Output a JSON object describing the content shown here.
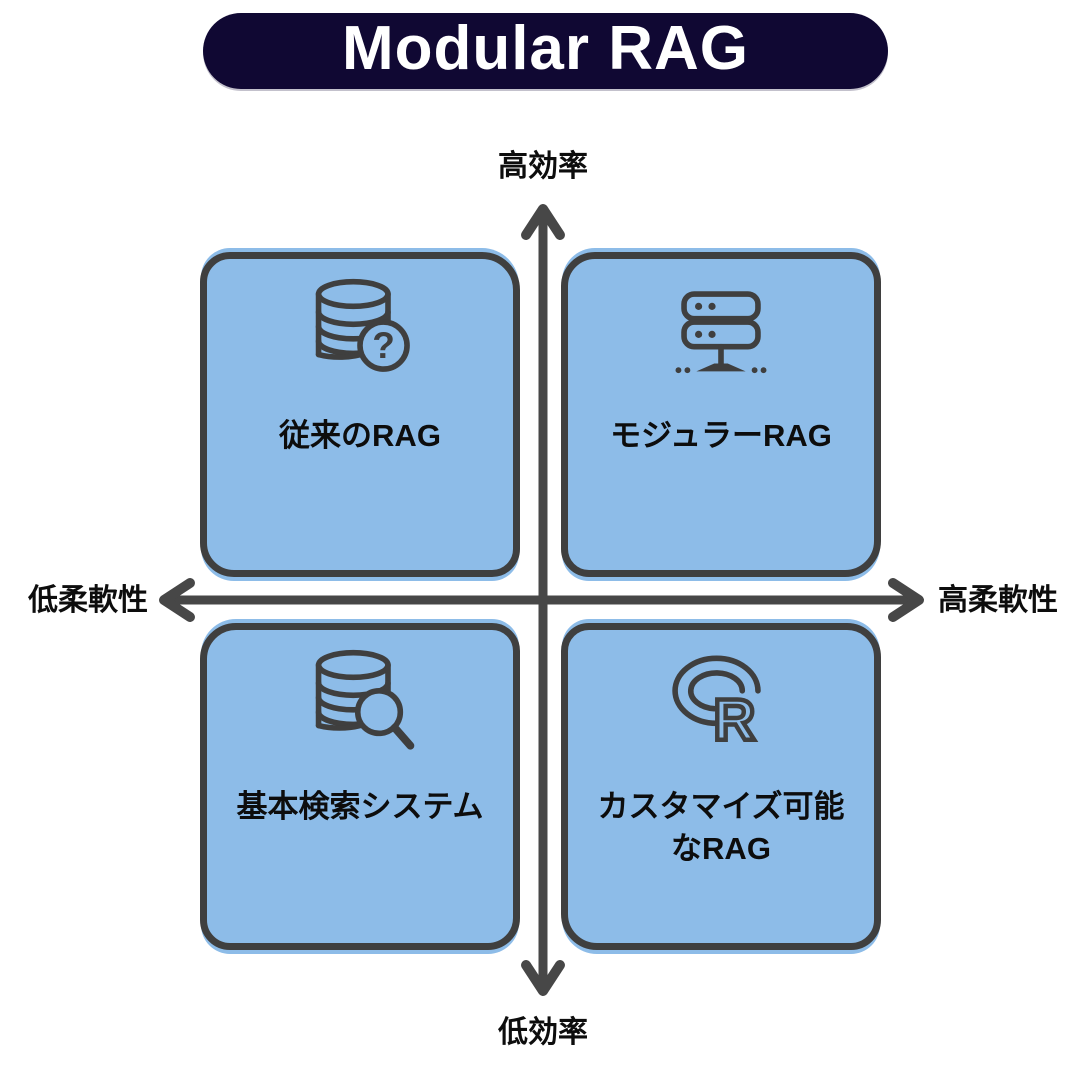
{
  "title": {
    "text": "Modular RAG"
  },
  "axis_labels": {
    "top": "高効率",
    "bottom": "低効率",
    "left": "低柔軟性",
    "right": "高柔軟性"
  },
  "quadrants": {
    "top_left": {
      "label": "従来のRAG",
      "icon": "database-question-icon"
    },
    "top_right": {
      "label": "モジュラーRAG",
      "icon": "server-rack-icon"
    },
    "bottom_left": {
      "label": "基本検索システム",
      "icon": "database-search-icon"
    },
    "bottom_right": {
      "label": "カスタマイズ可能\nなRAG",
      "icon": "r-logo-icon"
    }
  },
  "icon_glyphs": {
    "question_mark": "?",
    "r_letter": "R"
  },
  "colors": {
    "page_bg": "#ffffff",
    "title_bg": "#100833",
    "title_text": "#ffffff",
    "quadrant_fill": "#8dbce8",
    "quadrant_border": "#3f3f3f",
    "icon_stroke": "#3f3f3f",
    "axis": "#474747",
    "label_text": "#0d0d0d"
  }
}
